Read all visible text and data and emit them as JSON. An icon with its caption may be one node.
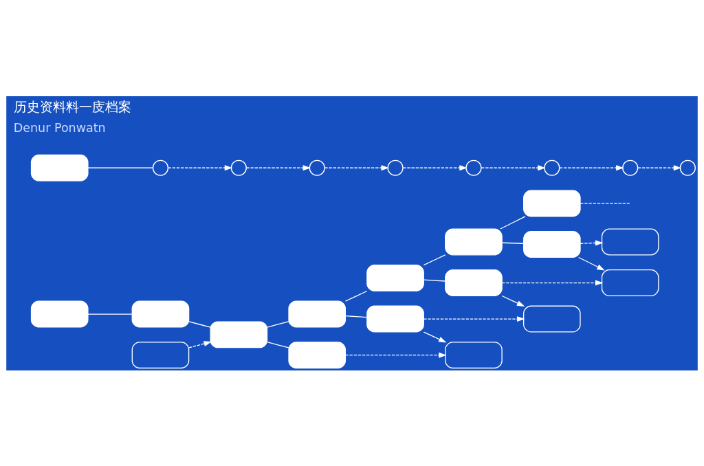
{
  "diagram": {
    "title": "历史资料料一庋档案",
    "nodes": [
      {
        "text": [],
        "shape": "box"
      },
      {
        "text": [],
        "shape": "box"
      },
      {
        "text": [],
        "shape": "box"
      },
      {
        "text": [],
        "shape": "box"
      },
      {
        "text": [],
        "shape": "box"
      },
      {
        "text": [],
        "shape": "box"
      },
      {
        "text": [],
        "shape": "box"
      },
      {
        "text": [],
        "shape": "box"
      },
      {
        "text": [],
        "shape": "box"
      },
      {
        "text": [],
        "shape": "box"
      },
      {
        "text": [],
        "shape": "box"
      },
      {
        "text": [],
        "shape": "box"
      },
      {
        "text": [],
        "shape": "box"
      },
      {
        "text": [],
        "shape": "box"
      },
      {
        "text": [],
        "shape": "box"
      },
      {
        "text": [],
        "shape": "box"
      },
      {
        "text": [],
        "shape": "box"
      },
      {
        "text": [],
        "shape": "circle"
      },
      {
        "text": [],
        "shape": "circle"
      },
      {
        "text": [],
        "shape": "circle"
      },
      {
        "text": [],
        "shape": "circle"
      },
      {
        "text": [],
        "shape": "circle"
      },
      {
        "text": [],
        "shape": "circle"
      },
      {
        "text": [],
        "shape": "circle"
      },
      {
        "text": [],
        "shape": "circle"
      }
    ],
    "edges": [
      {
        "from": 0,
        "to": 1,
        "arrow": "none"
      },
      {
        "from": 1,
        "to": 2,
        "arrow": "none"
      },
      {
        "from": 2,
        "to": 3,
        "arrow": "none"
      },
      {
        "from": 3,
        "to": 4,
        "arrow": "none"
      },
      {
        "from": 4,
        "to": 5,
        "arrow": "none"
      },
      {
        "from": 5,
        "to": 6,
        "arrow": "none"
      },
      {
        "from": 7,
        "to": 2,
        "arrow": "to",
        "style": "dashed"
      },
      {
        "from": 2,
        "to": 8,
        "arrow": "none"
      },
      {
        "from": 8,
        "to": 9,
        "arrow": "to",
        "style": "dashed"
      },
      {
        "from": 3,
        "to": 10,
        "arrow": "none"
      },
      {
        "from": 10,
        "to": 9,
        "arrow": "to"
      },
      {
        "from": 10,
        "to": 11,
        "arrow": "to",
        "style": "dashed"
      },
      {
        "from": 4,
        "to": 12,
        "arrow": "none"
      },
      {
        "from": 12,
        "to": 11,
        "arrow": "to"
      },
      {
        "from": 12,
        "to": 13,
        "arrow": "to",
        "style": "dashed"
      },
      {
        "from": 5,
        "to": 14,
        "arrow": "none"
      },
      {
        "from": 14,
        "to": 13,
        "arrow": "to"
      },
      {
        "from": 14,
        "to": 15,
        "arrow": "to",
        "style": "dashed"
      },
      {
        "from": 6,
        "to": null,
        "arrow": "none",
        "style": "dashed"
      },
      {
        "from": 16,
        "to": 17,
        "arrow": "none"
      },
      {
        "from": 17,
        "to": 18,
        "arrow": "to",
        "style": "dashed"
      },
      {
        "from": 18,
        "to": 19,
        "arrow": "to",
        "style": "dashed"
      },
      {
        "from": 19,
        "to": 20,
        "arrow": "to",
        "style": "dashed"
      },
      {
        "from": 20,
        "to": 21,
        "arrow": "to",
        "style": "dashed"
      },
      {
        "from": 21,
        "to": 22,
        "arrow": "to",
        "style": "dashed"
      },
      {
        "from": 22,
        "to": 23,
        "arrow": "to",
        "style": "dashed"
      },
      {
        "from": 23,
        "to": 24,
        "arrow": "to",
        "style": "dashed"
      }
    ],
    "labels": [
      "Denur Ponwatn"
    ]
  }
}
